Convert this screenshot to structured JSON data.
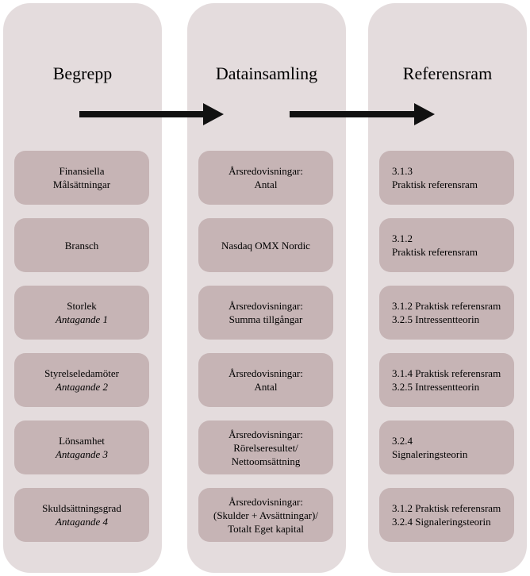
{
  "columns": [
    {
      "title": "Begrepp",
      "items": [
        {
          "lines": [
            "Finansiella",
            "Målsättningar"
          ]
        },
        {
          "lines": [
            "Bransch"
          ]
        },
        {
          "lines": [
            "Storlek"
          ],
          "assumption": "Antagande 1"
        },
        {
          "lines": [
            "Styrelseledamöter"
          ],
          "assumption": "Antagande 2"
        },
        {
          "lines": [
            "Lönsamhet"
          ],
          "assumption": "Antagande 3"
        },
        {
          "lines": [
            "Skuldsättningsgrad"
          ],
          "assumption": "Antagande 4"
        }
      ]
    },
    {
      "title": "Datainsamling",
      "items": [
        {
          "lines": [
            "Årsredovisningar:",
            "Antal"
          ]
        },
        {
          "lines": [
            "Nasdaq OMX Nordic"
          ]
        },
        {
          "lines": [
            "Årsredovisningar:",
            "Summa tillgångar"
          ]
        },
        {
          "lines": [
            "Årsredovisningar:",
            "Antal"
          ]
        },
        {
          "lines": [
            "Årsredovisningar:",
            "Rörelseresultet/",
            "Nettoomsättning"
          ]
        },
        {
          "lines": [
            "Årsredovisningar:",
            "(Skulder + Avsättningar)/",
            "Totalt Eget kapital"
          ]
        }
      ]
    },
    {
      "title": "Referensram",
      "items": [
        {
          "lines": [
            "3.1.3",
            "Praktisk referensram"
          ]
        },
        {
          "lines": [
            "3.1.2",
            "Praktisk referensram"
          ]
        },
        {
          "lines": [
            "3.1.2 Praktisk referensram",
            "3.2.5 Intressentteorin"
          ]
        },
        {
          "lines": [
            "3.1.4 Praktisk referensram",
            "3.2.5 Intressentteorin"
          ]
        },
        {
          "lines": [
            "3.2.4",
            "Signaleringsteorin"
          ]
        },
        {
          "lines": [
            "3.1.2 Praktisk referensram",
            "3.2.4 Signaleringsteorin"
          ]
        }
      ]
    }
  ],
  "colors": {
    "column_fill": "#e4dcdd",
    "box_fill": "#c6b4b5",
    "arrow": "#111111"
  }
}
